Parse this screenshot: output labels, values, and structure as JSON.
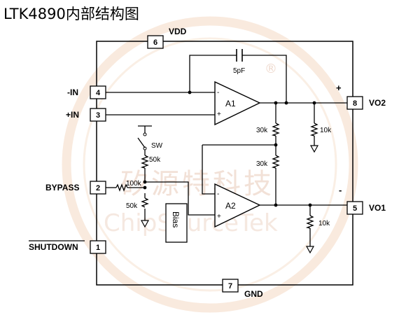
{
  "title": "LTK4890内部结构图",
  "watermark": {
    "chinese": "矽源特科技",
    "english": "ChipSourceTek",
    "registered": "®",
    "color": "#f2c9a8"
  },
  "pins": {
    "vdd": {
      "number": "6",
      "label": "VDD"
    },
    "in_minus": {
      "number": "4",
      "label": "-IN"
    },
    "in_plus": {
      "number": "3",
      "label": "+IN"
    },
    "bypass": {
      "number": "2",
      "label": "BYPASS"
    },
    "shutdown": {
      "number": "1",
      "label": "SHUTDOWN"
    },
    "gnd": {
      "number": "7",
      "label": "GND"
    },
    "vo2": {
      "number": "8",
      "label": "VO2"
    },
    "vo1": {
      "number": "5",
      "label": "VO1"
    }
  },
  "amplifiers": {
    "a1": {
      "label": "A1",
      "minus": "-",
      "plus": "+"
    },
    "a2": {
      "label": "A2",
      "minus": "-",
      "plus": "+"
    }
  },
  "components": {
    "capacitor": "5pF",
    "r_fb_top": "30k",
    "r_fb_bottom": "30k",
    "r_load_vo2": "10k",
    "r_load_vo1": "10k",
    "r_sw": "50k",
    "r_bypass": "100k",
    "r_bias_low": "50k",
    "switch": "SW",
    "bias": "Bias"
  },
  "polarity": {
    "vo2": "+",
    "vo1": "-"
  }
}
